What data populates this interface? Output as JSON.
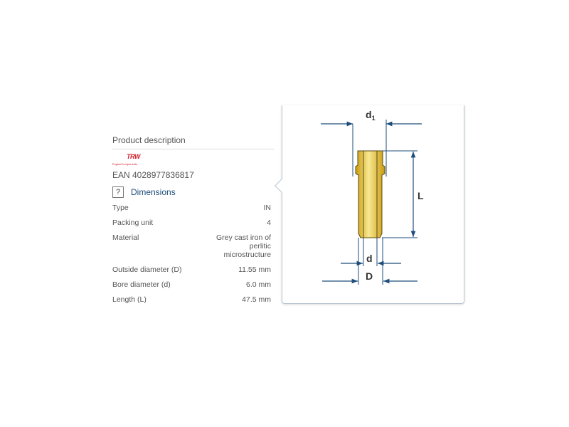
{
  "product": {
    "section_title": "Product description",
    "brand": {
      "logo_text": "TRW",
      "logo_subtext": "EngineComponents"
    },
    "ean": "EAN 4028977836817",
    "dimensions_header": {
      "icon": "help-icon",
      "icon_glyph": "?",
      "label": "Dimensions"
    },
    "specs": [
      {
        "label": "Type",
        "value": "IN"
      },
      {
        "label": "Packing unit",
        "value": "4"
      },
      {
        "label": "Material",
        "value": "Grey cast iron of perlitic microstructure"
      },
      {
        "label": "Outside diameter (D)",
        "value": "11.55 mm"
      },
      {
        "label": "Bore diameter (d)",
        "value": "6.0 mm"
      },
      {
        "label": "Length (L)",
        "value": "47.5 mm"
      }
    ]
  },
  "diagram": {
    "labels": {
      "d1": "d",
      "d1_sub": "1",
      "L": "L",
      "d": "d",
      "D": "D"
    },
    "colors": {
      "dimension_line": "#1e4d7b",
      "part_fill": "#e8c020",
      "part_highlight": "#f8e890",
      "part_outline": "#5a4a10"
    }
  }
}
